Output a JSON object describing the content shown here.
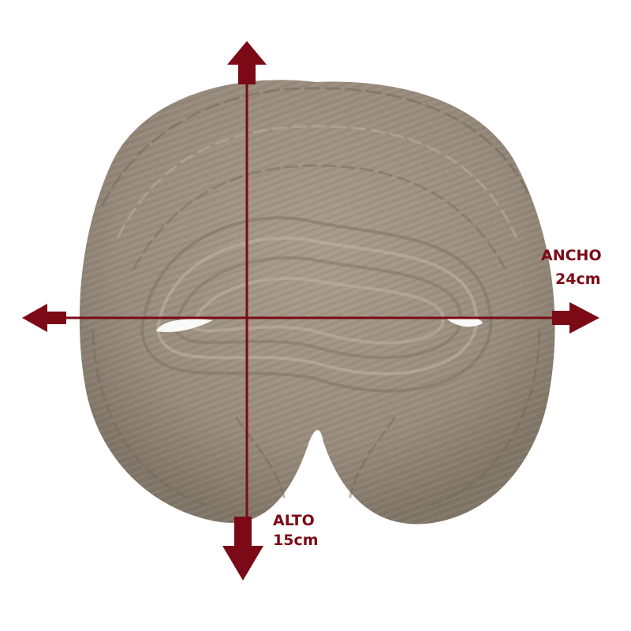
{
  "colors": {
    "background": "#ffffff",
    "hair_base": "#8f8170",
    "hair_dark": "#5d5142",
    "hair_light": "#b2a593",
    "arrow": "#7b0a16",
    "label_text": "#7b0a16"
  },
  "product": {
    "image": "braided-hair-bun-piece"
  },
  "dimensions": {
    "width": {
      "label": "ANCHO",
      "value": "24cm"
    },
    "height": {
      "label": "ALTO",
      "value": "15cm"
    }
  }
}
